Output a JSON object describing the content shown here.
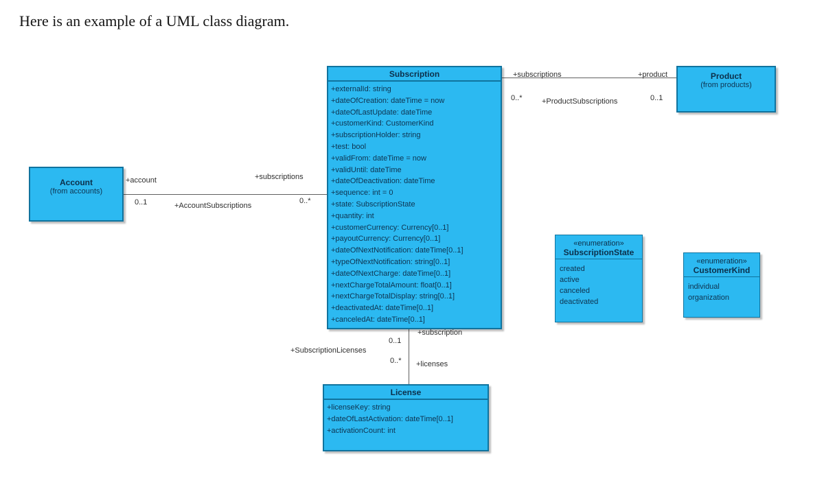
{
  "page": {
    "heading": "Here is an example of a UML class diagram."
  },
  "colors": {
    "class_fill": "#2cb9f1",
    "class_border": "#10739e",
    "connector": "#5f5f5f"
  },
  "diagram": {
    "classes": {
      "account": {
        "title": "Account",
        "package": "(from accounts)"
      },
      "product": {
        "title": "Product",
        "package": "(from products)"
      },
      "subscription": {
        "title": "Subscription",
        "attributes": [
          "+externalId: string",
          "+dateOfCreation: dateTime = now",
          "+dateOfLastUpdate: dateTime",
          "+customerKind: CustomerKind",
          "+subscriptionHolder: string",
          "+test: bool",
          "+validFrom: dateTime = now",
          "+validUntil: dateTime",
          "+dateOfDeactivation: dateTime",
          "+sequence: int = 0",
          "+state: SubscriptionState",
          "+quantity: int",
          "+customerCurrency: Currency[0..1]",
          "+payoutCurrency: Currency[0..1]",
          "+dateOfNextNotification: dateTime[0..1]",
          "+typeOfNextNotification: string[0..1]",
          "+dateOfNextCharge: dateTime[0..1]",
          "+nextChargeTotalAmount: float[0..1]",
          "+nextChargeTotalDisplay: string[0..1]",
          "+deactivatedAt: dateTime[0..1]",
          "+canceledAt: dateTime[0..1]"
        ]
      },
      "license": {
        "title": "License",
        "attributes": [
          "+licenseKey: string",
          "+dateOfLastActivation: dateTime[0..1]",
          "+activationCount: int"
        ]
      },
      "subscription_state": {
        "stereotype": "«enumeration»",
        "title": "SubscriptionState",
        "literals": [
          "created",
          "active",
          "canceled",
          "deactivated"
        ]
      },
      "customer_kind": {
        "stereotype": "«enumeration»",
        "title": "CustomerKind",
        "literals": [
          "individual",
          "organization"
        ]
      }
    },
    "associations": {
      "account_subscriptions": {
        "name": "+AccountSubscriptions",
        "source_role": "+account",
        "source_multiplicity": "0..1",
        "target_role": "+subscriptions",
        "target_multiplicity": "0..*"
      },
      "product_subscriptions": {
        "name": "+ProductSubscriptions",
        "source_role": "+subscriptions",
        "source_multiplicity": "0..*",
        "target_role": "+product",
        "target_multiplicity": "0..1"
      },
      "subscription_licenses": {
        "name": "+SubscriptionLicenses",
        "source_role": "+subscription",
        "source_multiplicity": "0..1",
        "target_role": "+licenses",
        "target_multiplicity": "0..*"
      }
    }
  }
}
